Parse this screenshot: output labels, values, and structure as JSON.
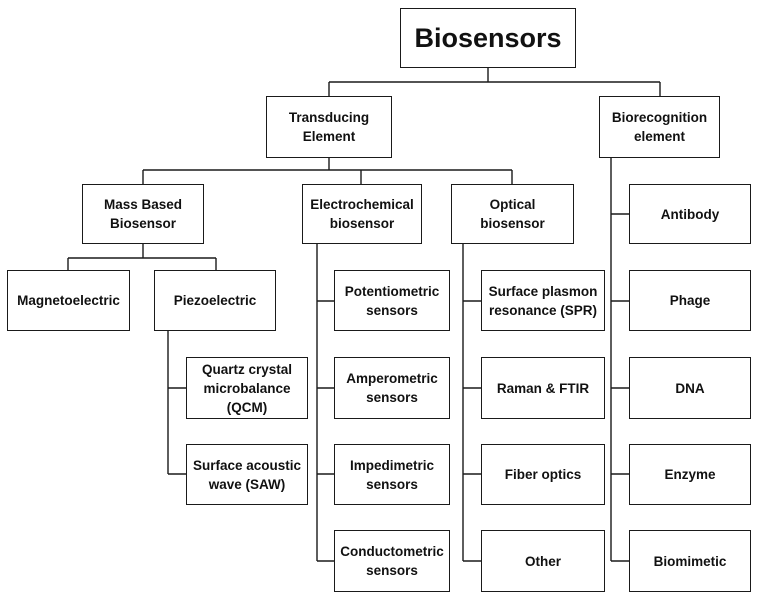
{
  "diagram": {
    "root": "Biosensors",
    "transducing": "Transducing\nElement",
    "biorecognition": "Biorecognition\nelement",
    "mass_based": "Mass Based\nBiosensor",
    "electrochemical": "Electrochemical\nbiosensor",
    "optical": "Optical\nbiosensor",
    "magnetoelectric": "Magnetoelectric",
    "piezoelectric": "Piezoelectric",
    "qcm": "Quartz crystal\nmicrobalance\n(QCM)",
    "saw": "Surface acoustic\nwave (SAW)",
    "potentiometric": "Potentiometric\nsensors",
    "amperometric": "Amperometric\nsensors",
    "impedimetric": "Impedimetric\nsensors",
    "conductometric": "Conductometric\nsensors",
    "spr": "Surface plasmon\nresonance (SPR)",
    "raman": "Raman & FTIR",
    "fiber": "Fiber optics",
    "other": "Other",
    "antibody": "Antibody",
    "phage": "Phage",
    "dna": "DNA",
    "enzyme": "Enzyme",
    "biomimetic": "Biomimetic"
  }
}
